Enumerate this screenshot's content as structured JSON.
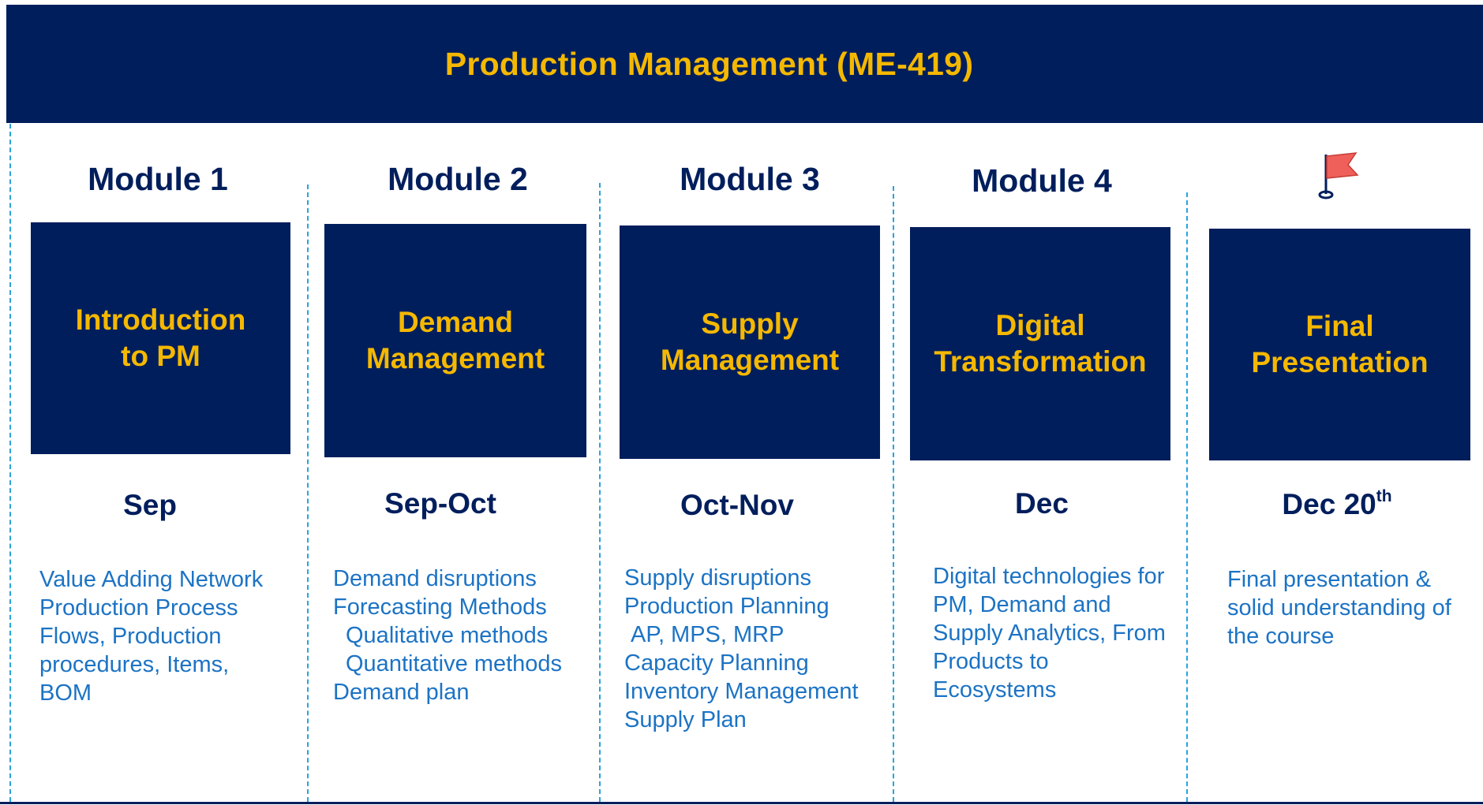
{
  "header": {
    "title": "Production Management (ME-419)"
  },
  "modules": [
    {
      "heading": "Module 1",
      "box_title": "Introduction\nto PM",
      "period": "Sep",
      "items": [
        "Value Adding Network",
        "Production Process",
        "Flows, Production",
        "procedures, Items,",
        "BOM"
      ]
    },
    {
      "heading": "Module 2",
      "box_title": "Demand\nManagement",
      "period": "Sep-Oct",
      "items": [
        "Demand disruptions",
        "Forecasting Methods",
        "Qualitative methods",
        "Quantitative methods",
        "Demand plan"
      ]
    },
    {
      "heading": "Module 3",
      "box_title": "Supply\nManagement",
      "period": "Oct-Nov",
      "items": [
        "Supply disruptions",
        "Production Planning",
        "AP, MPS, MRP",
        "Capacity Planning",
        "Inventory Management",
        "Supply Plan"
      ]
    },
    {
      "heading": "Module 4",
      "box_title": "Digital\nTransformation",
      "period": "Dec",
      "items": [
        "Digital technologies for",
        "PM, Demand and",
        "Supply Analytics, From",
        "Products to",
        "Ecosystems"
      ]
    },
    {
      "heading_icon": "flag-icon",
      "box_title": "Final\nPresentation",
      "period": "Dec 20",
      "period_sup": "th",
      "items": [
        "Final presentation &",
        "solid understanding of",
        "the course"
      ]
    }
  ],
  "colors": {
    "navy": "#001e5c",
    "gold": "#f5b800",
    "blue_text": "#1c73c4",
    "separator": "#29a3dc",
    "flag": "#f0605a"
  }
}
